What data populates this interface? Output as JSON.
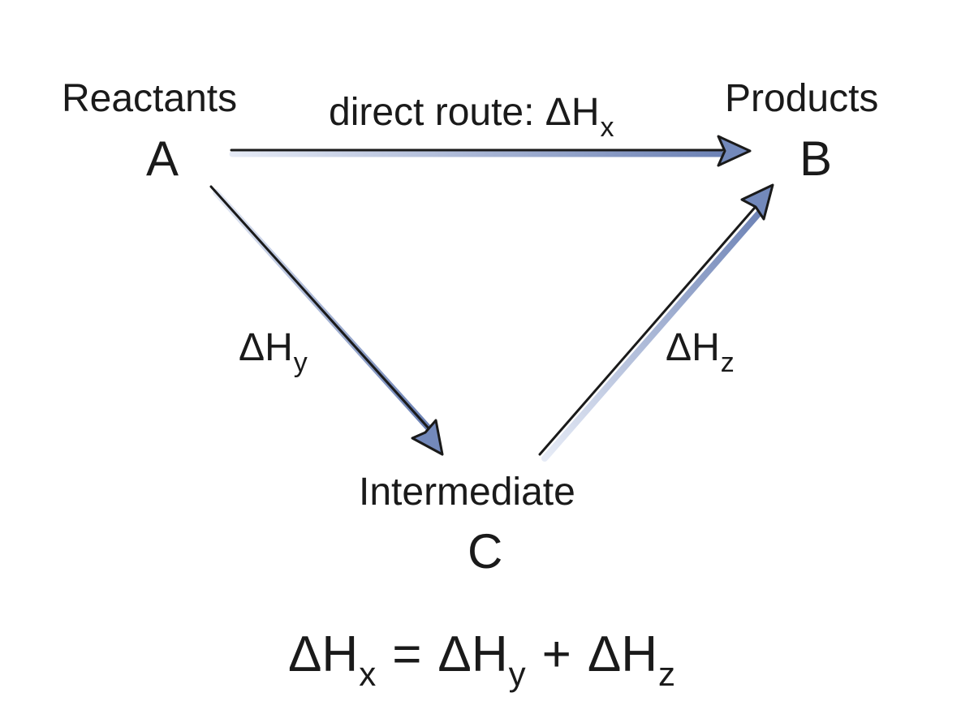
{
  "nodes": {
    "a": {
      "caption": "Reactants",
      "letter": "A"
    },
    "b": {
      "caption": "Products",
      "letter": "B"
    },
    "c": {
      "caption": "Intermediate",
      "letter": "C"
    }
  },
  "edges": {
    "direct": {
      "prefix": "direct route: ",
      "symbol": "ΔH",
      "subscript": "x"
    },
    "a_to_c": {
      "symbol": "ΔH",
      "subscript": "y"
    },
    "c_to_b": {
      "symbol": "ΔH",
      "subscript": "z"
    }
  },
  "equation": {
    "term1": {
      "symbol": "ΔH",
      "subscript": "x"
    },
    "equals": "=",
    "term2": {
      "symbol": "ΔH",
      "subscript": "y"
    },
    "plus": "+",
    "term3": {
      "symbol": "ΔH",
      "subscript": "z"
    }
  },
  "colors": {
    "arrow_dark": "#1a1a1a",
    "arrow_shade": "#6a80b4",
    "arrow_shade_light": "#e6ebf6",
    "arrowhead_fill": "#7389bb",
    "text": "#1a1a1a"
  }
}
